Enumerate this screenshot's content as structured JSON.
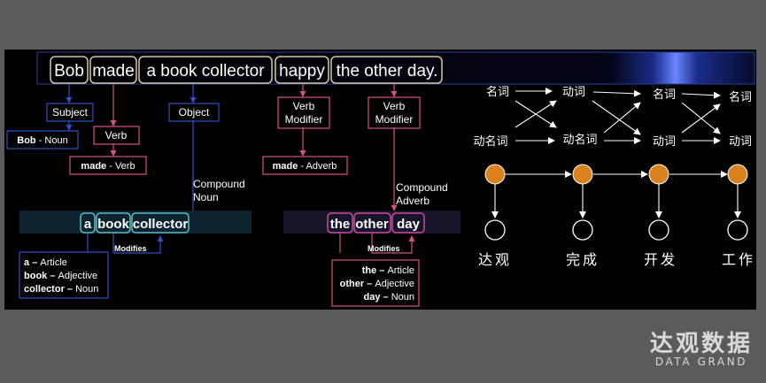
{
  "sentence": {
    "words": [
      "Bob",
      "made",
      "a book collector",
      "happy",
      "the other day."
    ]
  },
  "parse": {
    "subject": "Subject",
    "bob_bold": "Bob",
    "bob_rest": " - Noun",
    "verb": "Verb",
    "made_bold": "made",
    "made_rest": " - Verb",
    "object": "Object",
    "compound_noun_1": "Compound",
    "compound_noun_2": "Noun",
    "verb_modifier_1a": "Verb",
    "verb_modifier_1b": "Modifier",
    "made_adverb_bold": "made",
    "made_adverb_rest": " - Adverb",
    "verb_modifier_2a": "Verb",
    "verb_modifier_2b": "Modifier",
    "compound_adverb_1": "Compound",
    "compound_adverb_2": "Adverb"
  },
  "phrase1": {
    "words": [
      "a",
      "book",
      "collector"
    ],
    "modifies": "Modifies",
    "legend": [
      {
        "word": "a",
        "sep": " – ",
        "pos": "Article"
      },
      {
        "word": "book",
        "sep": " – ",
        "pos": "Adjective"
      },
      {
        "word": "collector",
        "sep": " – ",
        "pos": "Noun"
      }
    ]
  },
  "phrase2": {
    "words": [
      "the",
      "other",
      "day"
    ],
    "modifies": "Modifies",
    "legend": [
      {
        "word": "the",
        "sep": " – ",
        "pos": "Article"
      },
      {
        "word": "other",
        "sep": " – ",
        "pos": "Adjective"
      },
      {
        "word": "day",
        "sep": " – ",
        "pos": "Noun"
      }
    ]
  },
  "hmm": {
    "states_top": [
      "名词",
      "动词",
      "名词",
      "名词"
    ],
    "states_bottom": [
      "动名词",
      "动名词",
      "动词",
      "动词"
    ],
    "observations": [
      "达观",
      "完成",
      "开发",
      "工作"
    ]
  },
  "watermark": {
    "cn": "达观数据",
    "en": "DATA GRAND"
  },
  "colors": {
    "background": "#5b5a5d",
    "slide": "#000000",
    "word_box": "#d9c6a0",
    "blue": "#2f4fc4",
    "pink": "#d4508a",
    "teal": "#5fbcc4",
    "magenta": "#d04aa0",
    "hidden_node": "#d9821e"
  }
}
